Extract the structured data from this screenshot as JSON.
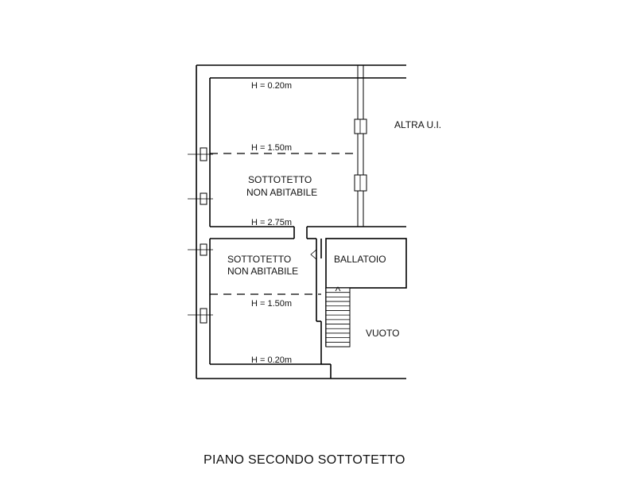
{
  "plan": {
    "title": "PIANO SECONDO SOTTOTETTO",
    "labels": {
      "h_top": "H = 0.20m",
      "h_mid_upper": "H = 1.50m",
      "h_275": "H = 2.75m",
      "h_mid_lower": "H = 1.50m",
      "h_bottom": "H = 0.20m",
      "upper_room_l1": "SOTTOTETTO",
      "upper_room_l2": "NON ABITABILE",
      "lower_room_l1": "SOTTOTETTO",
      "lower_room_l2": "NON ABITABILE",
      "ballatoio": "BALLATOIO",
      "vuoto": "VUOTO",
      "altra_ui": "ALTRA U.I."
    }
  }
}
